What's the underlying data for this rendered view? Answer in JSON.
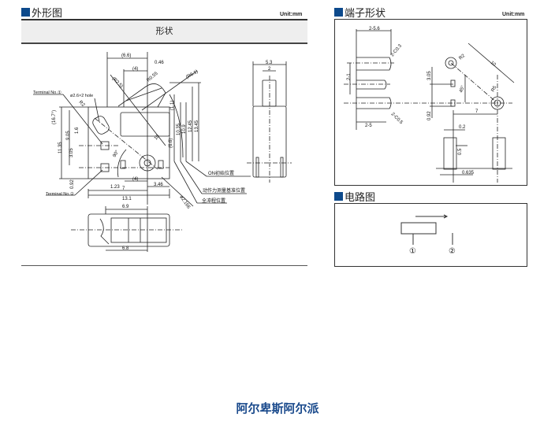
{
  "outline": {
    "title": "外形图",
    "unit": "Unit:mm",
    "header": "形状",
    "labels": {
      "terminal1": "Terminal No.①",
      "terminal2": "Terminal No.②",
      "hole": "ø2.6×2 hole",
      "on_position": "ON初始位置",
      "force_ref": "动作力测量基准位置",
      "full_stroke": "全冲程位置"
    },
    "dims": {
      "d6_6": "(6.6)",
      "d0_46": "0.46",
      "d4_top": "(4)",
      "r2_5": "(R2.5)",
      "r0_55": "R0.55",
      "r6_1": "(R6.1)",
      "r2": "R2",
      "angle16": "(16.7°)",
      "d11_35": "11.35",
      "d9_05": "9.05",
      "d1_6": "1.6",
      "d3_05": "3.05",
      "d0_92": "0.92",
      "d1_23": "1.23",
      "d4_bot": "(4)",
      "d7": "7",
      "d3_46": "3.46",
      "d13_1": "13.1",
      "dia2_166": "ø2.166",
      "angle90": "90°",
      "d10": "10",
      "d1_1": "(1.1)",
      "d6_6v": "(6.6)",
      "d10_35": "10.35",
      "d10_9": "10.9",
      "d12_45": "12.45",
      "d13_45": "13.45",
      "d6_9": "6.9",
      "d6_8": "6.8",
      "d5_3": "5.3",
      "d2": "2"
    }
  },
  "terminal": {
    "title": "端子形状",
    "unit": "Unit:mm",
    "dims": {
      "d2_5_6": "2-5.6",
      "c0_3": "2-C0.3",
      "d2_1": "2-1",
      "d2_5": "2-5",
      "c0_5": "2-C0.5",
      "d3_05": "3.05",
      "d0_92": "0.92",
      "r2": "R2",
      "d10": "10",
      "angle45": "45°",
      "r5": "R5",
      "d7": "7",
      "d0_2": "0.2",
      "d0_5": "0.5",
      "d0_635": "0.635"
    }
  },
  "circuit": {
    "title": "电路图",
    "pin1": "①",
    "pin2": "②"
  },
  "footer": "阿尔卑斯阿尔派",
  "colors": {
    "accent": "#0d4a8c",
    "footer": "#1a4a8c",
    "header_bg": "#eeeeee"
  }
}
